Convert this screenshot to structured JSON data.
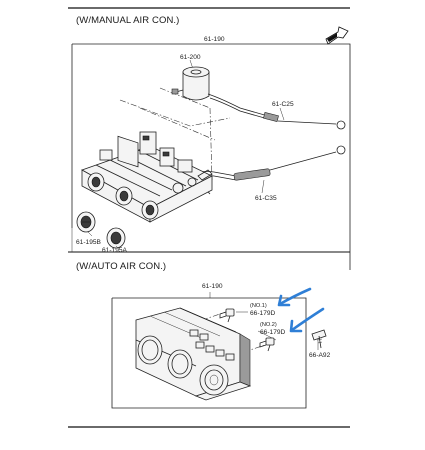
{
  "sections": {
    "manual": {
      "title": "(W/MANUAL AIR CON.)",
      "labels": {
        "assembly": "61-190",
        "actuator": "61-200",
        "cable_c25": "61-C25",
        "cable_c35": "61-C35",
        "knob_b": "61-195B",
        "knob_a": "61-195A"
      }
    },
    "auto": {
      "title": "(W/AUTO AIR CON.)",
      "labels": {
        "assembly": "61-190",
        "no1": "(NO.1)",
        "bulb1": "66-179D",
        "no2": "(NO.2)",
        "bulb2": "66-179D",
        "screw": "66-A92"
      }
    }
  },
  "colors": {
    "line": "#222222",
    "annotation_arrow": "#2f7fd6"
  },
  "icons": {
    "front_marker": "fwd-arrow-icon"
  }
}
